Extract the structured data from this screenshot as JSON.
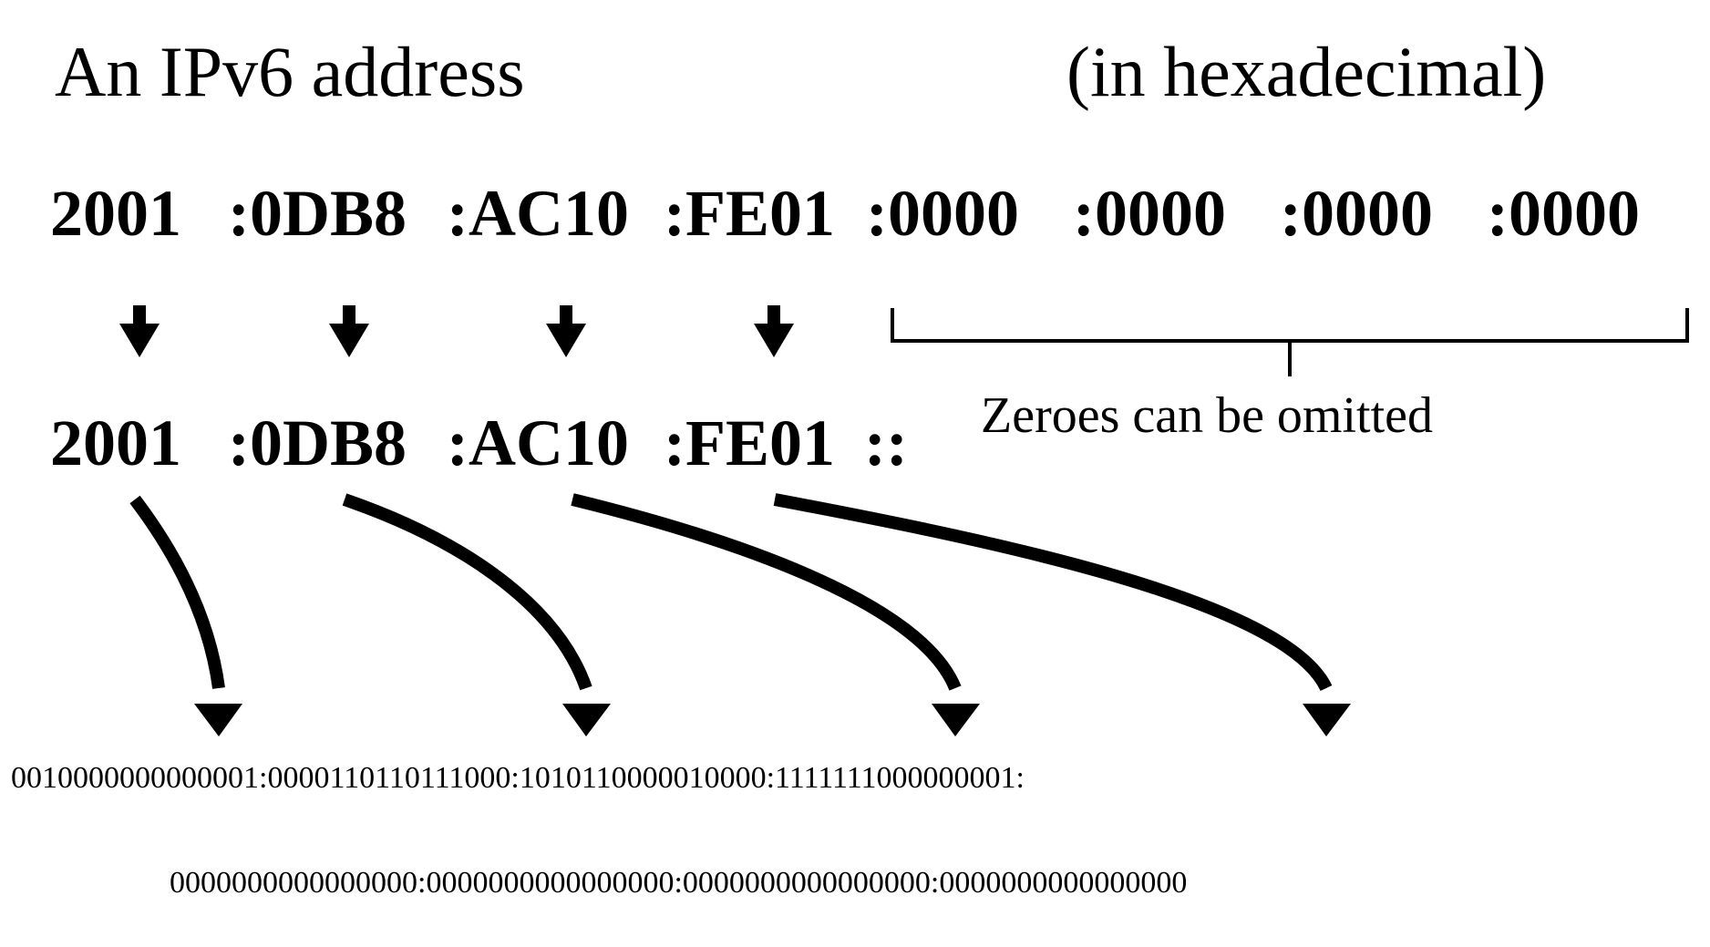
{
  "title": {
    "left": "An IPv6 address",
    "right": "(in hexadecimal)"
  },
  "full_address": {
    "groups": [
      "2001",
      ":0DB8",
      ":AC10",
      ":FE01",
      ":0000",
      ":0000",
      ":0000",
      ":0000"
    ]
  },
  "short_address": {
    "groups": [
      "2001",
      ":0DB8",
      ":AC10",
      ":FE01",
      "::"
    ]
  },
  "annotation": {
    "zeroes_note": "Zeroes can be omitted"
  },
  "binary": {
    "line1": "0010000000000001:0000110110111000:1010110000010000:1111111000000001:",
    "line2": "0000000000000000:0000000000000000:0000000000000000:0000000000000000"
  }
}
